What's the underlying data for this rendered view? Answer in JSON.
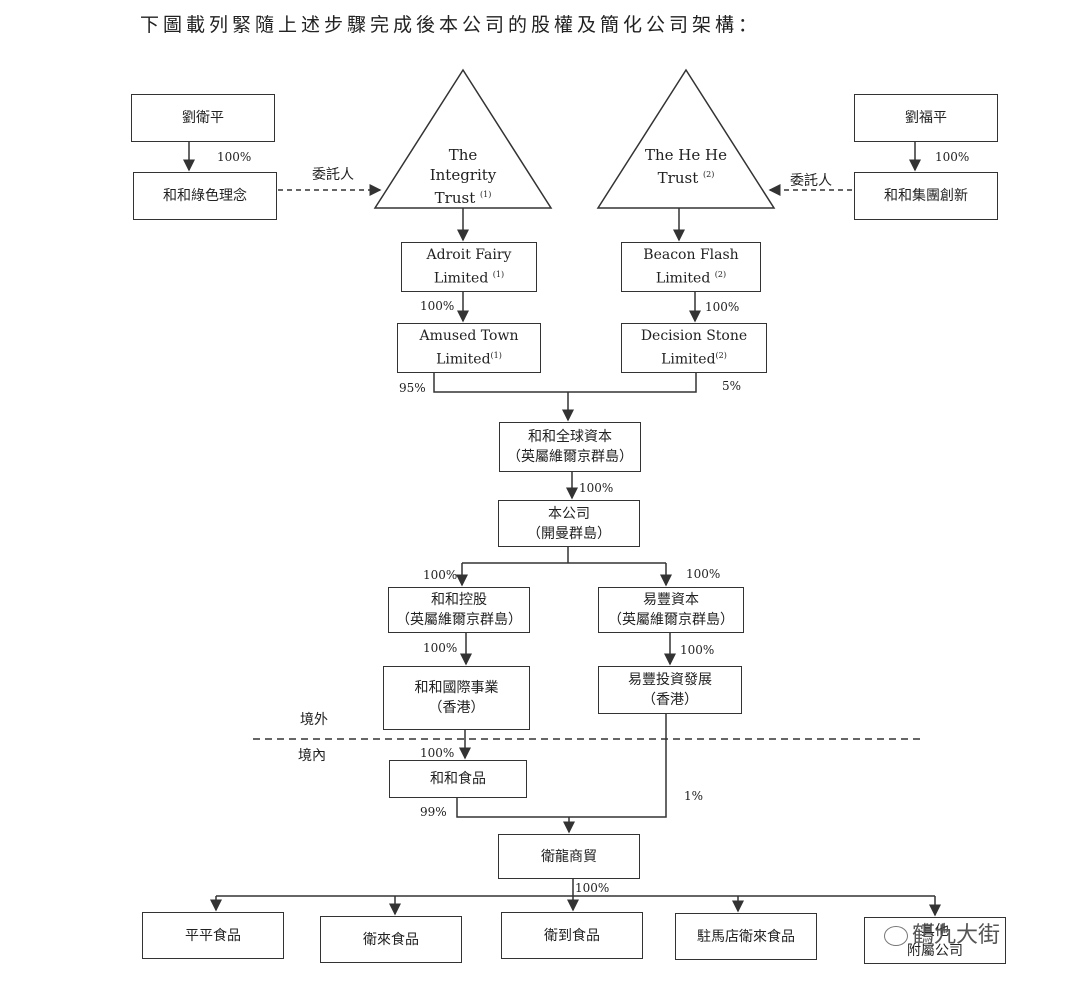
{
  "title": "下圖載列緊隨上述步驟完成後本公司的股權及簡化公司架構：",
  "nodes": {
    "liu_weiping": "劉衛平",
    "liu_fuping": "劉福平",
    "hehe_green": "和和綠色理念",
    "hehe_group": "和和集團創新",
    "integrity_trust": [
      "The",
      "Integrity",
      "Trust"
    ],
    "integrity_note": "(1)",
    "hehe_trust": [
      "The He He",
      "Trust"
    ],
    "hehe_trust_note": "(2)",
    "adroit": [
      "Adroit Fairy",
      "Limited"
    ],
    "adroit_note": "(1)",
    "beacon": [
      "Beacon Flash",
      "Limited"
    ],
    "beacon_note": "(2)",
    "amused": [
      "Amused Town",
      "Limited"
    ],
    "amused_note": "(1)",
    "decision": [
      "Decision Stone",
      "Limited"
    ],
    "decision_note": "(2)",
    "global_capital": [
      "和和全球資本",
      "（英屬維爾京群島）"
    ],
    "company": [
      "本公司",
      "（開曼群島）"
    ],
    "hehe_holdings": [
      "和和控股",
      "（英屬維爾京群島）"
    ],
    "yifeng_capital": [
      "易豐資本",
      "（英屬維爾京群島）"
    ],
    "hehe_intl": [
      "和和國際事業",
      "（香港）"
    ],
    "yifeng_invest": [
      "易豐投資發展",
      "（香港）"
    ],
    "hehe_food": "和和食品",
    "weineng": "衛龍商貿",
    "sub1": "平平食品",
    "sub2": "衛來食品",
    "sub3": "衛到食品",
    "sub4": "駐馬店衛來食品",
    "sub5": [
      "其他",
      "附屬公司"
    ]
  },
  "labels": {
    "trustee_left": "委託人",
    "trustee_right": "委託人",
    "offshore": "境外",
    "onshore": "境內"
  },
  "percentages": {
    "p_green": "100%",
    "p_group": "100%",
    "p_adroit": "100%",
    "p_beacon": "100%",
    "p_amused": "95%",
    "p_decision": "5%",
    "p_company": "100%",
    "p_holdings": "100%",
    "p_yifeng": "100%",
    "p_intl": "100%",
    "p_yinvest": "100%",
    "p_food": "100%",
    "p_food_wn": "99%",
    "p_yinv_wn": "1%",
    "p_subs": "100%"
  },
  "watermark": "鶴九大街"
}
